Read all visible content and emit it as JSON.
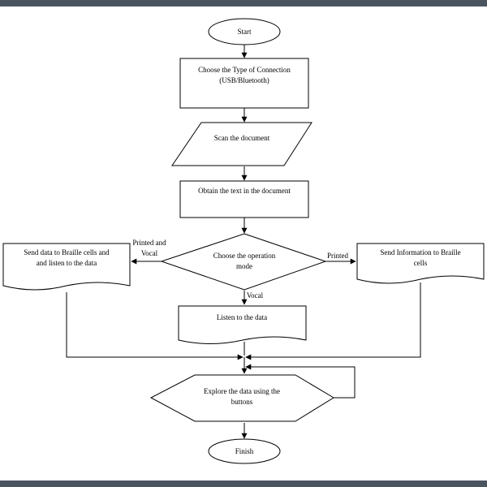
{
  "nodes": {
    "start": "Start",
    "connection_line1": "Choose the Type of Connection",
    "connection_line2": "(USB/Bluetooth)",
    "scan": "Scan the document",
    "obtain": "Obtain the text in the document",
    "choose_line1": "Choose the operation",
    "choose_line2": "mode",
    "send_braille_vocal_line1": "Send data to Braille cells and",
    "send_braille_vocal_line2": "and listen to the data",
    "send_info_line1": "Send Information to Braille",
    "send_info_line2": "cells",
    "listen": "Listen to the data",
    "explore_line1": "Explore the data using the",
    "explore_line2": "buttons",
    "finish": "Finish"
  },
  "edges": {
    "printed_vocal_line1": "Printed and",
    "printed_vocal_line2": "Vocal",
    "printed": "Printed",
    "vocal": "Vocal"
  },
  "colors": {
    "frame_bar": "#4b5560",
    "stroke": "#000000",
    "fill": "#ffffff"
  }
}
